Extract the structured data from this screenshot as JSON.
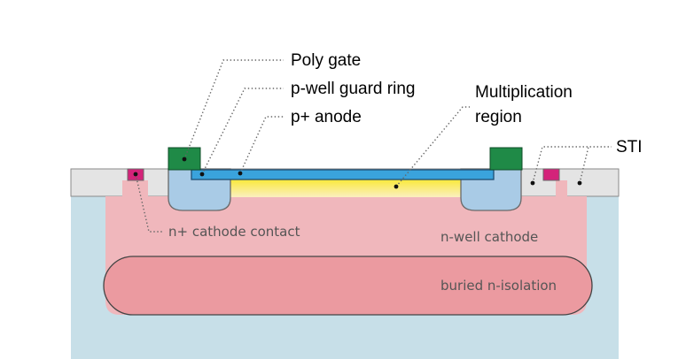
{
  "labels": {
    "poly_gate": "Poly gate",
    "guard_ring": "p-well guard ring",
    "anode": "p+ anode",
    "multiplication_line1": "Multiplication",
    "multiplication_line2": "region",
    "sti": "STI",
    "cathode_contact": "n+ cathode contact",
    "nwell": "n-well cathode",
    "buried": "buried n-isolation"
  },
  "colors": {
    "substrate": "#c7dfe8",
    "sti": "#e4e4e4",
    "nwell": "#f0b7bc",
    "buried": "#eb9aa0",
    "pwell": "#a9cbe6",
    "anode": "#3aa3dc",
    "multiplication": "#f7ec55",
    "poly_gate": "#1f8a47",
    "cathode_contact": "#d4237a"
  }
}
